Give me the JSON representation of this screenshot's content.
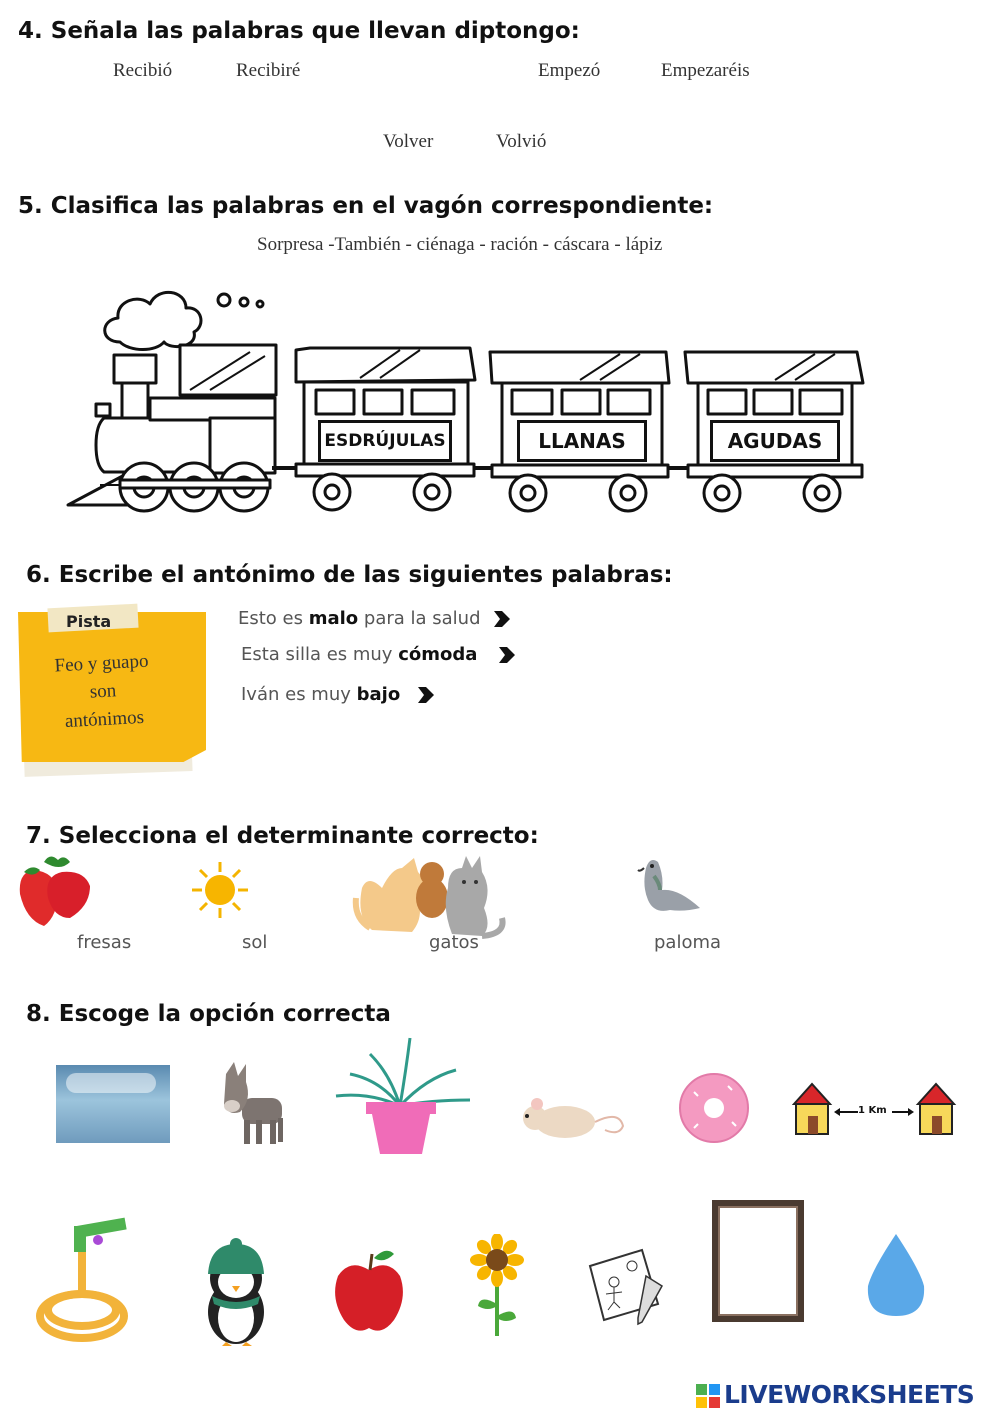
{
  "section4": {
    "title": "4. Señala las palabras que llevan diptongo:",
    "words": [
      "Recibió",
      "Recibiré",
      "Empezó",
      "Empezaréis",
      "Volver",
      "Volvió"
    ]
  },
  "section5": {
    "title": "5. Clasifica las palabras en el vagón correspondiente:",
    "word_list": "Sorpresa -También - ciénaga - ración - cáscara - lápiz",
    "wagons": [
      "ESDRÚJULAS",
      "LLANAS",
      "AGUDAS"
    ]
  },
  "section6": {
    "title": "6. Escribe el antónimo de las siguientes palabras:",
    "note": {
      "heading": "Pista",
      "line1": "Feo y guapo",
      "line2": "son",
      "line3": "antónimos"
    },
    "sentences": [
      {
        "pre": "Esto es ",
        "bold": "malo",
        "post": " para la salud"
      },
      {
        "pre": "Esta silla es muy ",
        "bold": "cómoda",
        "post": ""
      },
      {
        "pre": "Iván es muy ",
        "bold": "bajo",
        "post": ""
      }
    ]
  },
  "section7": {
    "title": "7. Selecciona el determinante correcto:",
    "items": [
      "fresas",
      "sol",
      "gatos",
      "paloma"
    ]
  },
  "section8": {
    "title": "8. Escoge la opción correcta",
    "distance_label": "1 Km"
  },
  "footer": {
    "brand": "LIVEWORKSHEETS",
    "brand_color": "#1a3c8c"
  }
}
